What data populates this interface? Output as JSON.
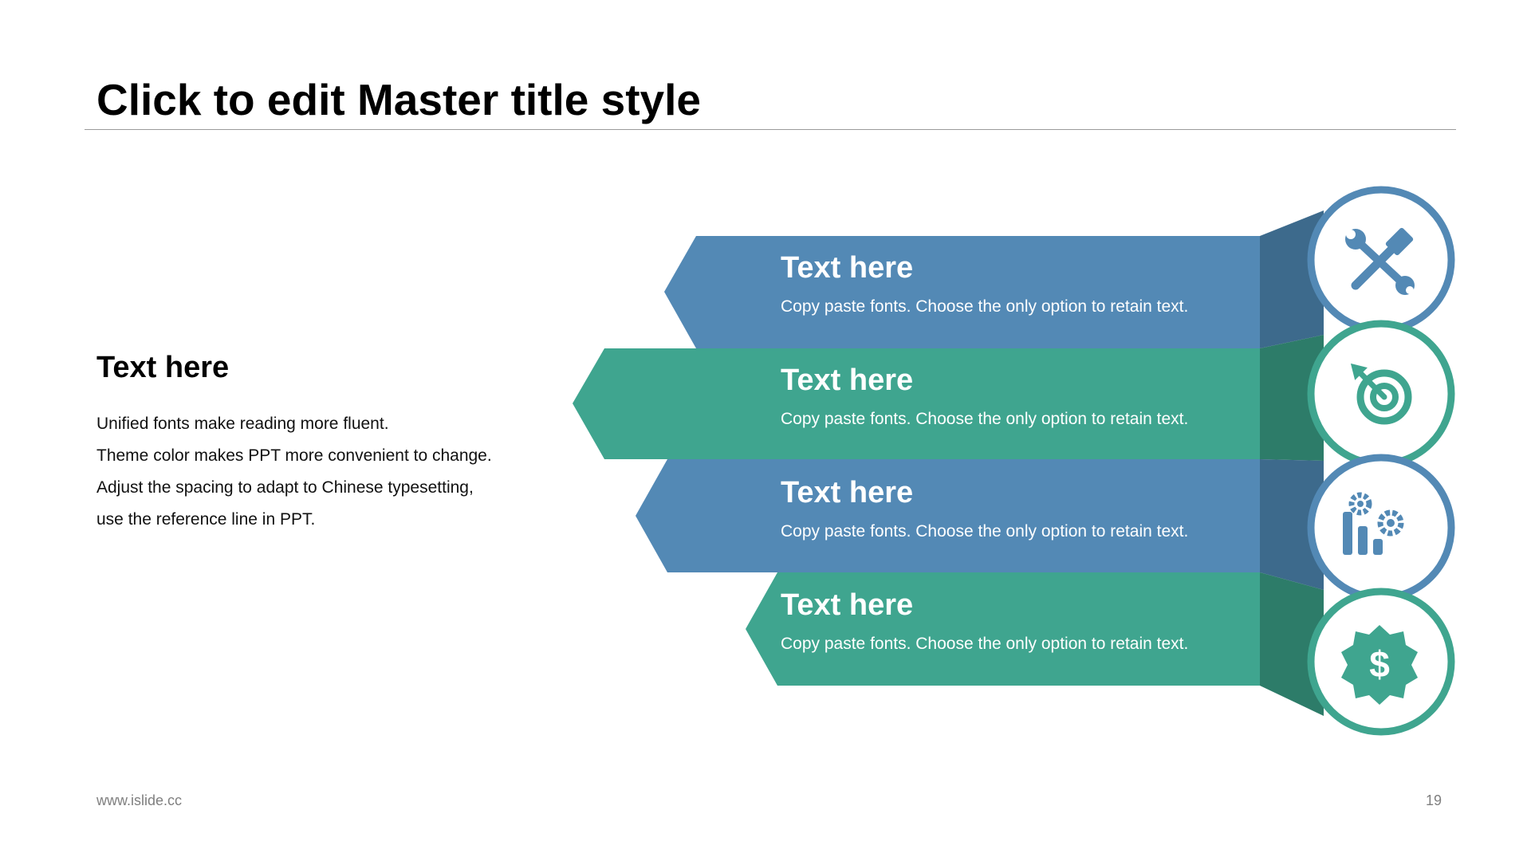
{
  "slide": {
    "title": "Click to edit Master title style",
    "footer_url": "www.islide.cc",
    "page_number": "19"
  },
  "intro": {
    "heading": "Text here",
    "lines": [
      "Unified fonts make reading more fluent.",
      "Theme color makes PPT more convenient to change.",
      "Adjust the spacing to adapt to Chinese typesetting,",
      "use the reference line in PPT."
    ]
  },
  "colors": {
    "blue": "#5389b5",
    "blue_dark": "#3d6a8c",
    "teal": "#3fa58f",
    "teal_dark": "#2d7c69"
  },
  "items": [
    {
      "heading": "Text here",
      "description": "Copy paste fonts. Choose the only option to retain text.",
      "color": "blue",
      "icon": "tools-icon"
    },
    {
      "heading": "Text here",
      "description": "Copy paste fonts. Choose the only option to retain text.",
      "color": "teal",
      "icon": "target-icon"
    },
    {
      "heading": "Text here",
      "description": "Copy paste fonts. Choose the only option to retain text.",
      "color": "blue",
      "icon": "chart-gears-icon"
    },
    {
      "heading": "Text here",
      "description": "Copy paste fonts. Choose the only option to retain text.",
      "color": "teal",
      "icon": "dollar-badge-icon"
    }
  ]
}
